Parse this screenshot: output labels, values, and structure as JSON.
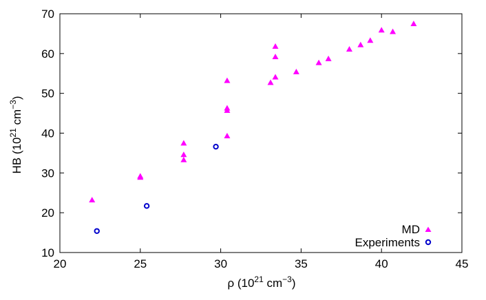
{
  "chart_data": {
    "type": "scatter",
    "xlabel": "ρ (10",
    "xlabel_sup": "21",
    "xlabel_unit": " cm",
    "xlabel_unit_sup": "−3",
    "xlabel_close": ")",
    "ylabel": "HB (10",
    "ylabel_sup": "21",
    "ylabel_unit": " cm",
    "ylabel_unit_sup": "−3",
    "ylabel_close": ")",
    "xlim": [
      20,
      45
    ],
    "ylim": [
      10,
      70
    ],
    "xticks": [
      20,
      25,
      30,
      35,
      40,
      45
    ],
    "yticks": [
      10,
      20,
      30,
      40,
      50,
      60,
      70
    ],
    "grid": false,
    "legend_position": "bottom-right",
    "series": [
      {
        "name": "MD",
        "marker": "triangle",
        "color": "#ff00ff",
        "points": [
          [
            22.0,
            23.2
          ],
          [
            25.0,
            29.2
          ],
          [
            25.0,
            28.9
          ],
          [
            27.7,
            37.5
          ],
          [
            27.7,
            34.6
          ],
          [
            27.7,
            33.3
          ],
          [
            30.4,
            53.2
          ],
          [
            30.4,
            46.3
          ],
          [
            30.4,
            45.7
          ],
          [
            30.4,
            39.3
          ],
          [
            33.1,
            52.7
          ],
          [
            33.4,
            61.8
          ],
          [
            33.4,
            59.2
          ],
          [
            33.4,
            54.1
          ],
          [
            34.7,
            55.4
          ],
          [
            36.1,
            57.7
          ],
          [
            36.7,
            58.7
          ],
          [
            38.0,
            61.1
          ],
          [
            38.7,
            62.2
          ],
          [
            39.3,
            63.3
          ],
          [
            40.0,
            65.9
          ],
          [
            40.7,
            65.5
          ],
          [
            42.0,
            67.5
          ]
        ]
      },
      {
        "name": "Experiments",
        "marker": "circle",
        "color": "#0000cc",
        "points": [
          [
            22.3,
            15.4
          ],
          [
            25.4,
            21.7
          ],
          [
            29.7,
            36.6
          ]
        ]
      }
    ]
  }
}
